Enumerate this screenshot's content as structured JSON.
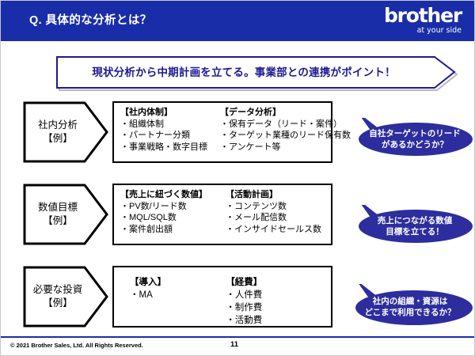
{
  "header": {
    "title": "Q. 具体的な分析とは？",
    "logo_mark": "brother",
    "logo_tagline": "at your side",
    "bar_color": "#1a2da8"
  },
  "banner": {
    "text": "現状分析から中期計画を立てる。事業部との連携がポイント！",
    "border_color": "#1b1b8f",
    "text_color": "#1b1b8f"
  },
  "rows": [
    {
      "stage_label_line1": "社内分析",
      "stage_label_line2": "【例】",
      "left_column": {
        "heading": "【社内体制】",
        "items": [
          "・組織体制",
          "・パートナー分類",
          "・事業戦略・数字目標"
        ]
      },
      "right_column": {
        "heading": "【データ分析】",
        "items": [
          "・保有データ（リード・案件）",
          "・ターゲット業種のリード保有数",
          "・アンケート等"
        ]
      },
      "callout_line1": "自社ターゲットのリード",
      "callout_line2": "があるかどうか？"
    },
    {
      "stage_label_line1": "数値目標",
      "stage_label_line2": "【例】",
      "left_column": {
        "heading": "【売上に紐づく数値】",
        "items": [
          "・PV数/リード数",
          "・MQL/SQL数",
          "・案件創出額"
        ]
      },
      "right_column": {
        "heading": "【活動計画】",
        "items": [
          "・コンテンツ数",
          "・メール配信数",
          "・インサイドセールス数"
        ]
      },
      "callout_line1": "売上につながる数値",
      "callout_line2": "目標を立てる！"
    },
    {
      "stage_label_line1": "必要な投資",
      "stage_label_line2": "【例】",
      "left_column": {
        "heading": "【導入】",
        "items": [
          "・MA",
          "",
          ""
        ]
      },
      "right_column": {
        "heading": "【経費】",
        "items": [
          "・人件費",
          "・制作費",
          "・活動費"
        ]
      },
      "callout_line1": "社内の組織・資源は",
      "callout_line2": "どこまで利用できるか？"
    }
  ],
  "callout_color": "#2d2d9e",
  "footer": {
    "copyright": "© 2021   Brother Sales, Ltd. All Rights Reserved.",
    "page_number": "11"
  }
}
